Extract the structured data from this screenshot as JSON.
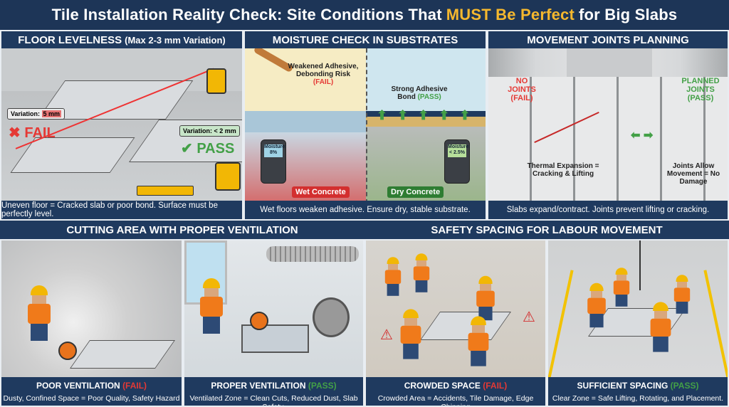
{
  "title": {
    "pre": "Tile Installation Reality Check: Site Conditions That",
    "highlight": "MUST Be Perfect",
    "post": "for Big Slabs"
  },
  "panels": {
    "levelness": {
      "title": "FLOOR LEVELNESS",
      "subtitle": "(Max 2-3 mm Variation)",
      "fail_tag_label": "Variation:",
      "fail_tag_value": "5 mm",
      "fail": "FAIL",
      "pass_tag": "Variation: < 2 mm",
      "pass": "PASS",
      "caption": "Uneven floor = Cracked slab or poor bond. Surface must be perfectly level."
    },
    "moisture": {
      "title": "MOISTURE CHECK IN SUBSTRATES",
      "fail_note": "Weakened Adhesive, Debonding Risk",
      "fail_label": "(FAIL)",
      "pass_note": "Strong Adhesive Bond",
      "pass_label": "(PASS)",
      "wet_meter": "Moisture: 8%",
      "dry_meter": "Moisture: < 2.5%",
      "wet_label": "Wet Concrete",
      "dry_label": "Dry Concrete",
      "caption": "Wet floors weaken adhesive. Ensure dry, stable substrate."
    },
    "joints": {
      "title": "MOVEMENT JOINTS PLANNING",
      "fail_label": "NO JOINTS (FAIL)",
      "pass_label": "PLANNED JOINTS (PASS)",
      "fail_note": "Thermal Expansion = Cracking & Lifting",
      "pass_note": "Joints Allow Movement = No Damage",
      "caption": "Slabs expand/contract. Joints prevent lifting or cracking."
    }
  },
  "sections": {
    "cutting": "CUTTING AREA WITH PROPER VENTILATION",
    "spacing": "SAFETY SPACING FOR LABOUR MOVEMENT"
  },
  "bottom": [
    {
      "title": "POOR VENTILATION",
      "status": "(FAIL)",
      "desc": "Dusty, Confined Space = Poor Quality, Safety Hazard"
    },
    {
      "title": "PROPER VENTILATION",
      "status": "(PASS)",
      "desc": "Ventilated Zone = Clean Cuts, Reduced Dust, Slab Safety."
    },
    {
      "title": "CROWDED SPACE",
      "status": "(FAIL)",
      "desc": "Crowded Area = Accidents, Tile Damage, Edge Chipping"
    },
    {
      "title": "SUFFICIENT SPACING",
      "status": "(PASS)",
      "desc": "Clear Zone = Safe Lifting, Rotating, and Placement."
    }
  ],
  "colors": {
    "navy": "#1f3a5f",
    "accent": "#f5b82e",
    "fail": "#e53935",
    "pass": "#43a047"
  }
}
